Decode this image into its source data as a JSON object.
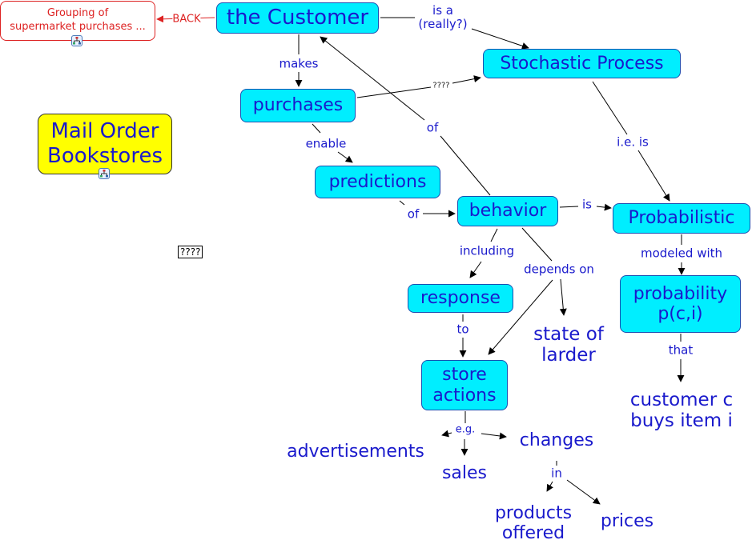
{
  "diagram": {
    "back_link": {
      "node_text": "Grouping of\nsupermarket purchases ...",
      "back_label": "BACK",
      "color": "#dd2222"
    },
    "side_node": {
      "text": "Mail Order\nBookstores",
      "color": "#ffff00"
    },
    "orphan_label": "????",
    "concepts": {
      "customer": "the Customer",
      "stochastic": "Stochastic Process",
      "purchases": "purchases",
      "predictions": "predictions",
      "behavior": "behavior",
      "probabilistic": "Probabilistic",
      "response": "response",
      "probability": "probability\np(c,i)",
      "store_actions": "store\nactions"
    },
    "plain_concepts": {
      "state_of_larder": "state of\nlarder",
      "customer_buys": "customer c\nbuys item i",
      "advertisements": "advertisements",
      "sales": "sales",
      "changes": "changes",
      "products_offered": "products\noffered",
      "prices": "prices"
    },
    "link_labels": {
      "is_a": "is a\n(really?)",
      "makes": "makes",
      "qqqq": "????",
      "of_customer": "of",
      "enable": "enable",
      "ie_is": "i.e. is",
      "of_behavior": "of",
      "is": "is",
      "including": "including",
      "depends_on": "depends on",
      "modeled_with": "modeled with",
      "to": "to",
      "that": "that",
      "eg": "e.g.",
      "in": "in"
    },
    "colors": {
      "concept_fill": "#00eeff",
      "text": "#1a1acc",
      "link": "#000000"
    }
  }
}
